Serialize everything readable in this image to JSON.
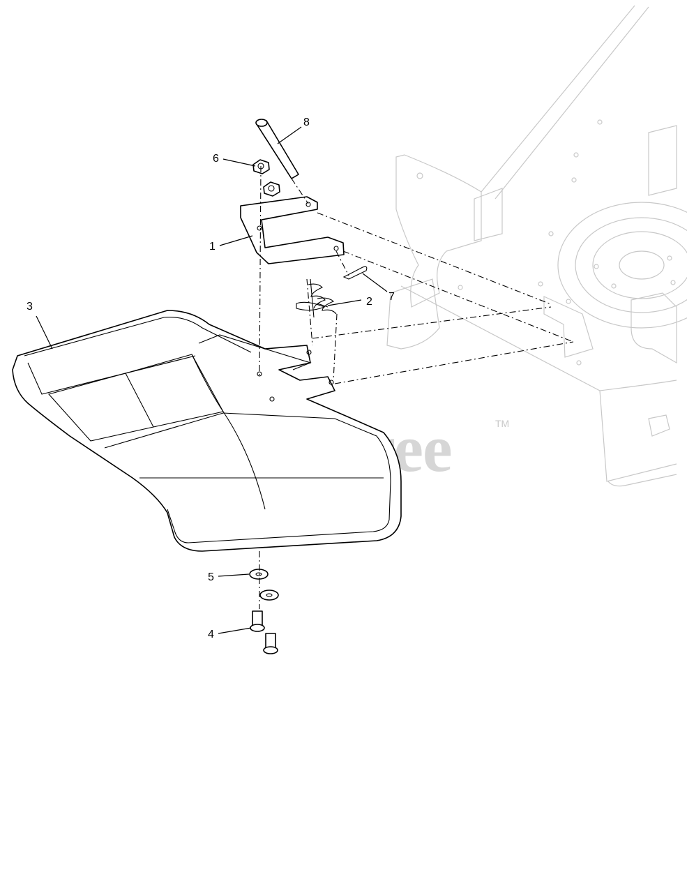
{
  "watermark": {
    "text": "PartsTree",
    "trademark": "TM"
  },
  "callouts": [
    "1",
    "2",
    "3",
    "4",
    "5",
    "6",
    "7",
    "8"
  ],
  "colors": {
    "line": "#000000",
    "background_machine": "#c8c8c8",
    "watermark": "#cfcfcf"
  }
}
